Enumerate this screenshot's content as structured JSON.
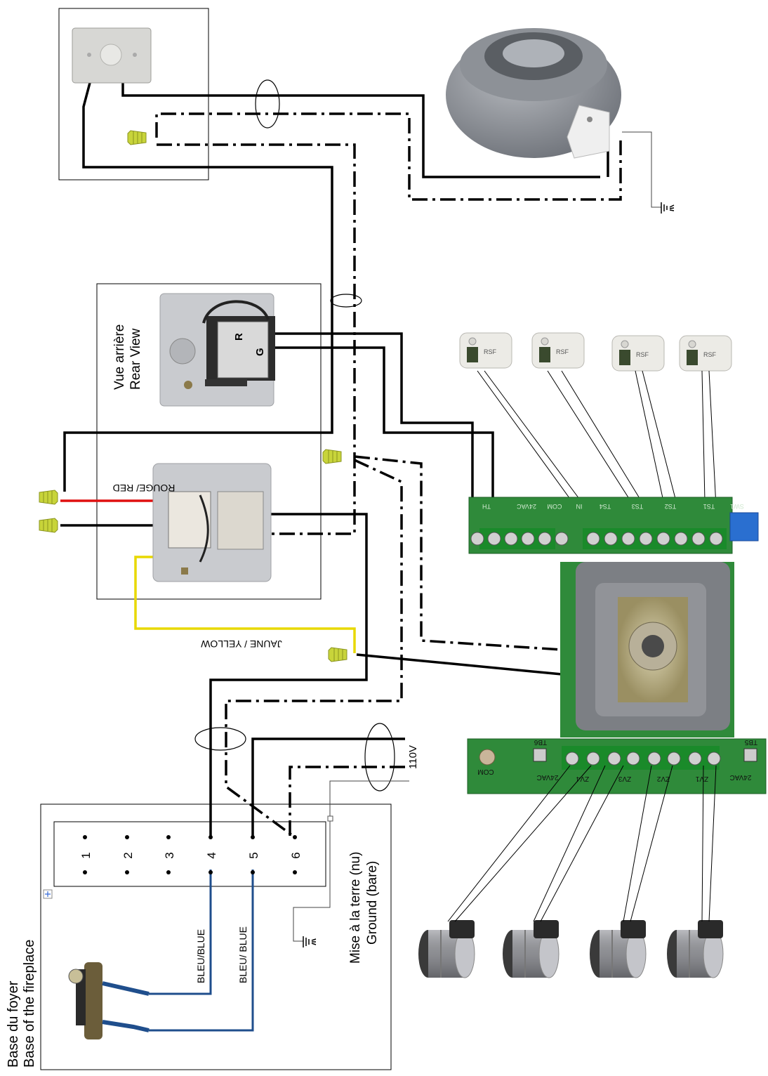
{
  "labels": {
    "rear_view_fr": "Vue arrière",
    "rear_view_en": "Rear View",
    "terminal_r": "R",
    "terminal_g": "G",
    "wire_red": "ROUGE/ RED",
    "wire_yellow": "JAUNE / YELLOW",
    "supply_voltage": "110V",
    "ground_fr": "Mise à la terre (nu)",
    "ground_en": "Ground (bare)",
    "wire_blue_1": "BLEU/BLUE",
    "wire_blue_2": "BLEU/ BLUE",
    "base_fr": "Base du foyer",
    "base_en": "Base of the fireplace"
  },
  "terminal_numbers": [
    "1",
    "2",
    "3",
    "4",
    "5",
    "6"
  ],
  "board_top_labels": [
    "TH",
    "24VAC",
    "COM",
    "IN",
    "TS4",
    "TS3",
    "TS2",
    "TS1",
    "SW1"
  ],
  "board_bottom_labels": [
    "TB6",
    "24VAC",
    "ZV4",
    "ZV3",
    "ZV2",
    "ZV1",
    "24VAC",
    "TB5",
    "COM"
  ],
  "colors": {
    "wire_black": "#000000",
    "wire_red": "#e01010",
    "wire_yellow": "#e8d800",
    "wire_blue": "#1f4e8c",
    "wire_nut": "#c8d43a",
    "pcb_green": "#2f8a3a",
    "plate_metal": "#c9cbcf"
  },
  "icons": [
    "fan-icon",
    "dimmer-switch-icon",
    "thermostat-icon",
    "damper-icon",
    "wire-nut-icon",
    "ground-symbol-icon",
    "transformer-icon",
    "relay-icon",
    "gas-valve-icon",
    "thermocouple-icon"
  ]
}
